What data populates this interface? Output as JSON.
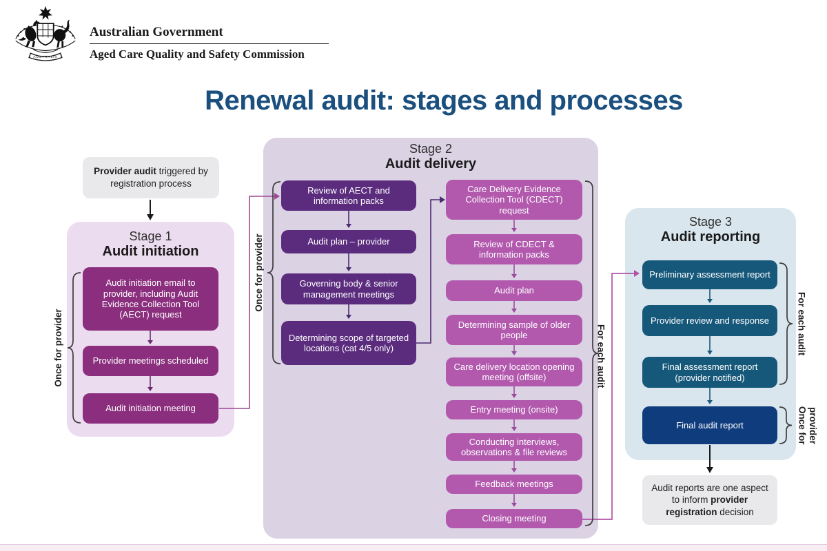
{
  "logo": {
    "government": "Australian Government",
    "agency": "Aged Care Quality and Safety Commission",
    "banner": "AUSTRALIA"
  },
  "title": "Renewal audit: stages and processes",
  "trigger_note": {
    "bold": "Provider audit",
    "rest": " triggered by registration process"
  },
  "stage1": {
    "label": "Stage 1",
    "name": "Audit initiation",
    "side_label": "Once for provider",
    "steps": [
      "Audit initiation email to provider, including Audit Evidence Collection Tool (AECT) request",
      "Provider meetings scheduled",
      "Audit initiation meeting"
    ]
  },
  "stage2": {
    "label": "Stage 2",
    "name": "Audit delivery",
    "left_label": "Once for provider",
    "right_label": "For each audit",
    "left_steps": [
      "Review of AECT and information packs",
      "Audit plan – provider",
      "Governing body & senior management meetings",
      "Determining scope of targeted locations (cat 4/5 only)"
    ],
    "right_steps": [
      "Care Delivery Evidence Collection Tool (CDECT) request",
      "Review of CDECT & information packs",
      "Audit plan",
      "Determining sample of older people",
      "Care delivery location opening meeting (offsite)",
      "Entry meeting (onsite)",
      "Conducting interviews, observations & file reviews",
      "Feedback meetings",
      "Closing meeting"
    ]
  },
  "stage3": {
    "label": "Stage 3",
    "name": "Audit reporting",
    "side_label_top": "For each audit",
    "side_label_bottom": "Once for provider",
    "steps": [
      "Preliminary assessment report",
      "Provider review and response",
      "Final assessment report (provider notified)",
      "Final audit report"
    ]
  },
  "outcome_note": {
    "pre": "Audit reports are one aspect to inform ",
    "bold": "provider registration",
    "post": " decision"
  },
  "colors": {
    "title": "#1a4f7e",
    "stage1_panel": "#ecdcef",
    "stage2_panel": "#dbd2e4",
    "stage3_panel": "#d9e6ee",
    "stage1_step": "#8a2e7d",
    "stage2_left_step": "#5b2c7e",
    "stage2_right_step": "#b259ae",
    "stage3_step": "#16587a",
    "final_step": "#0e3c7c",
    "note_bg": "#e9e8ea",
    "connector_magenta": "#b153a8",
    "connector_purple": "#4a2b6e",
    "footer_strip": "#f9edf4"
  }
}
